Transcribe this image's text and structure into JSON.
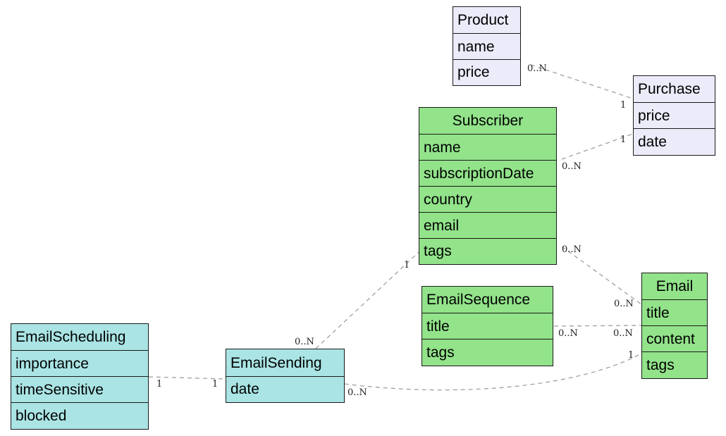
{
  "colors": {
    "product": "#ebebfa",
    "subscriber": "#92e38a",
    "sending": "#aae4e4",
    "line": "#a0a0a0",
    "border": "#1a1a1a"
  },
  "entities": {
    "product": {
      "title": "Product",
      "attributes": [
        "name",
        "price"
      ]
    },
    "purchase": {
      "title": "Purchase",
      "attributes": [
        "price",
        "date"
      ]
    },
    "subscriber": {
      "title": "Subscriber",
      "attributes": [
        "name",
        "subscriptionDate",
        "country",
        "email",
        "tags"
      ]
    },
    "email_sequence": {
      "title": "EmailSequence",
      "attributes": [
        "title",
        "tags"
      ]
    },
    "email": {
      "title": "Email",
      "attributes": [
        "title",
        "content",
        "tags"
      ]
    },
    "email_scheduling": {
      "title": "EmailScheduling",
      "attributes": [
        "importance",
        "timeSensitive",
        "blocked"
      ]
    },
    "email_sending": {
      "title": "EmailSending",
      "attributes": [
        "date"
      ]
    }
  },
  "relations": [
    {
      "from": "Product",
      "to": "Purchase",
      "from_card": "0..N",
      "to_card": "1"
    },
    {
      "from": "Subscriber",
      "to": "Purchase",
      "from_card": "0..N",
      "to_card": "1"
    },
    {
      "from": "Subscriber",
      "to": "Email",
      "from_card": "0..N",
      "to_card": "0..N"
    },
    {
      "from": "EmailSequence",
      "to": "Email",
      "from_card": "0..N",
      "to_card": "0..N"
    },
    {
      "from": "EmailSending",
      "to": "Subscriber",
      "from_card": "0..N",
      "to_card": "1"
    },
    {
      "from": "EmailScheduling",
      "to": "EmailSending",
      "from_card": "1",
      "to_card": "1"
    },
    {
      "from": "EmailSending",
      "to": "Email",
      "from_card": "0..N",
      "to_card": "1"
    }
  ]
}
